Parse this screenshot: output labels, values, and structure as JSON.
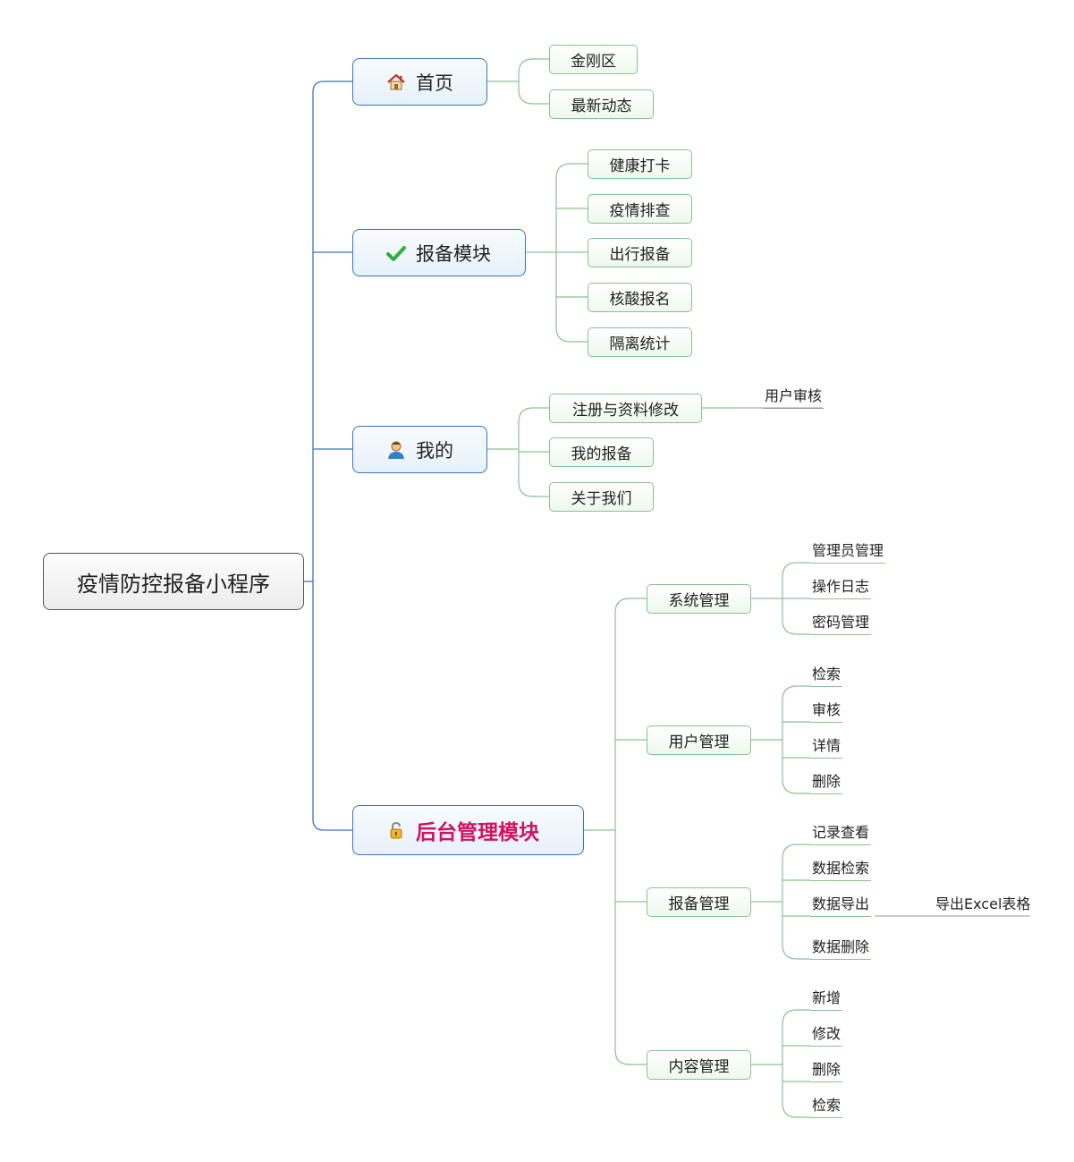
{
  "root": {
    "label": "疫情防控报备小程序"
  },
  "branches": {
    "home": {
      "label": "首页",
      "icon": "house-icon",
      "children": [
        "金刚区",
        "最新动态"
      ]
    },
    "report": {
      "label": "报备模块",
      "icon": "checkmark-icon",
      "children": [
        "健康打卡",
        "疫情排查",
        "出行报备",
        "核酸报名",
        "隔离统计"
      ]
    },
    "mine": {
      "label": "我的",
      "icon": "user-icon",
      "children": [
        "注册与资料修改",
        "我的报备",
        "关于我们"
      ],
      "register_child": "用户审核"
    },
    "admin": {
      "label": "后台管理模块",
      "icon": "lock-icon",
      "system": {
        "label": "系统管理",
        "children": [
          "管理员管理",
          "操作日志",
          "密码管理"
        ]
      },
      "users": {
        "label": "用户管理",
        "children": [
          "检索",
          "审核",
          "详情",
          "删除"
        ]
      },
      "reports": {
        "label": "报备管理",
        "children": [
          "记录查看",
          "数据检索",
          "数据导出",
          "数据删除"
        ],
        "export_child": "导出Excel表格"
      },
      "content": {
        "label": "内容管理",
        "children": [
          "新增",
          "修改",
          "删除",
          "检索"
        ]
      }
    }
  },
  "colors": {
    "main_border": "#3b74c2",
    "sub_border": "#8ac28e",
    "admin_text": "#d11361"
  }
}
